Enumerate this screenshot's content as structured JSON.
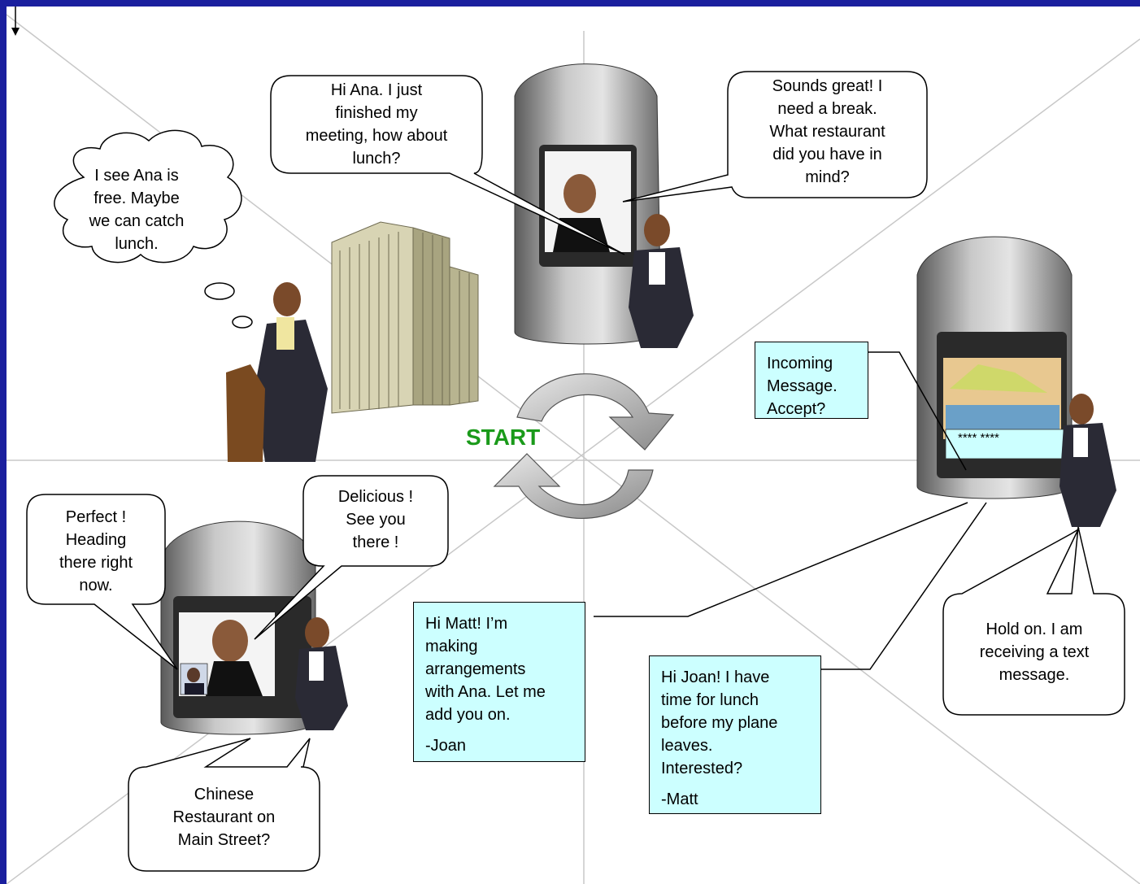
{
  "start_label": "START",
  "speech": {
    "thought_ana_free": "I see Ana is\nfree.  Maybe\nwe can catch\nlunch.",
    "hi_ana_lunch": "Hi Ana.  I just\nfinished my\nmeeting, how about\nlunch?",
    "sounds_great": "Sounds great!  I\nneed a break.\nWhat restaurant\ndid you have in\nmind?",
    "perfect_heading": "Perfect !\nHeading\nthere right\nnow.",
    "delicious": "Delicious !\nSee you\nthere !",
    "chinese_restaurant": "Chinese\nRestaurant on\nMain Street?",
    "hold_on": "Hold on.  I am\nreceiving a text\nmessage."
  },
  "boxes": {
    "incoming": "Incoming\nMessage.\nAccept?",
    "to_matt_text": "Hi Matt!  I’m\nmaking\narrangements\nwith Ana.  Let me\nadd you on.",
    "to_matt_sig": "-Joan",
    "to_joan_text": "Hi Joan!  I have\ntime for lunch\nbefore my plane\nleaves.\nInterested?",
    "to_joan_sig": "-Matt"
  },
  "phone_screen_password": "**** ****",
  "colors": {
    "frame": "#1a1f9e",
    "box_fill": "#ccffff",
    "start_text": "#1a9a1a"
  }
}
